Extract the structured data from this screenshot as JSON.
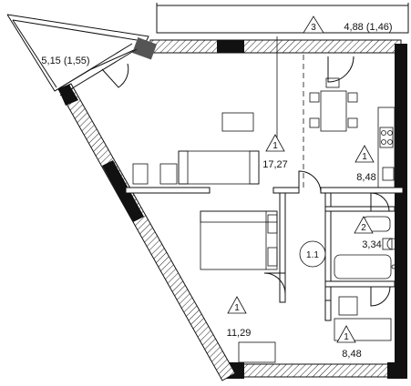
{
  "colors": {
    "wall": "#111111",
    "hatch": "#222222",
    "line": "#111111",
    "background": "#ffffff"
  },
  "balconies": {
    "top": {
      "area": "4,88 (1,46)",
      "marker": "3"
    },
    "left": {
      "area": "5,15 (1,55)"
    }
  },
  "rooms": {
    "living": {
      "marker": "1",
      "area": "17,27"
    },
    "kitchen": {
      "marker": "1",
      "area": "8,48"
    },
    "bathroom": {
      "marker": "2",
      "area": "3,34"
    },
    "hall": {
      "marker": "1.1"
    },
    "bedroom": {
      "marker": "1",
      "area": "11,29"
    },
    "hall_lower": {
      "marker": "1",
      "area": "8,48"
    }
  }
}
